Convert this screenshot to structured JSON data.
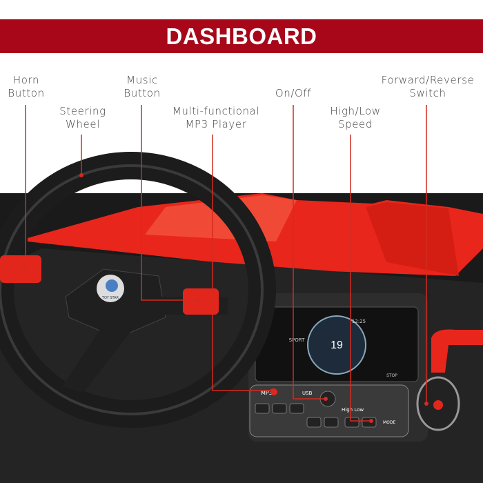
{
  "banner": {
    "title": "DASHBOARD",
    "color": "#a8071a"
  },
  "callouts": {
    "horn": "Horn\nButton",
    "steering": "Steering\nWheel",
    "music": "Music\nButton",
    "mp3": "Multi-functional\nMP3 Player",
    "onoff": "On/Off",
    "speed": "High/Low\nSpeed",
    "direction": "Forward/Reverse\nSwitch",
    "line_color": "#d42a1f"
  },
  "photo": {
    "logo": "TOY STAR",
    "screen_speed": "19",
    "screen_mode": "SPORT",
    "screen_time": "12:25",
    "screen_stop": "STOP",
    "panel_mp3": "MP3",
    "panel_usb": "USB",
    "panel_speed": "High Low",
    "panel_mode": "MODE"
  }
}
